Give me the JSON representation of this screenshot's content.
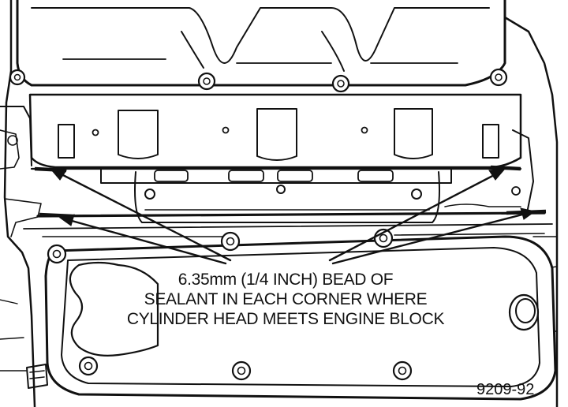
{
  "figure": {
    "callout": {
      "line1": "6.35mm (1/4 INCH) BEAD OF",
      "line2": "SEALANT IN EACH CORNER WHERE",
      "line3": "CYLINDER HEAD MEETS ENGINE BLOCK"
    },
    "figure_number": "9209-92",
    "ink_color": "#111111",
    "paper_color": "#ffffff"
  }
}
